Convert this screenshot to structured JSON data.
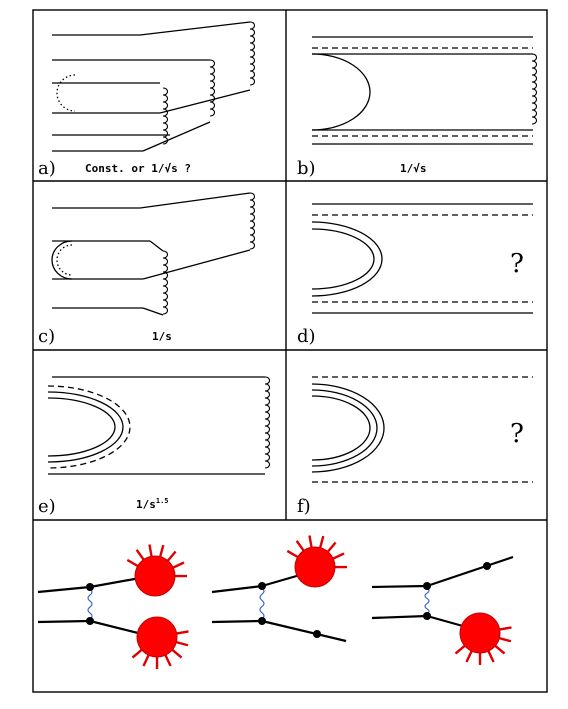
{
  "panels": [
    {
      "id": "a",
      "label": "a)",
      "caption": "Const.  or  1/√s  ?",
      "mark": ""
    },
    {
      "id": "b",
      "label": "b)",
      "caption": "1/√s",
      "mark": ""
    },
    {
      "id": "c",
      "label": "c)",
      "caption": "1/s",
      "mark": ""
    },
    {
      "id": "d",
      "label": "d)",
      "caption": "",
      "mark": "?"
    },
    {
      "id": "e",
      "label": "e)",
      "caption": "1/s",
      "caption_exp": "1.5",
      "mark": ""
    },
    {
      "id": "f",
      "label": "f)",
      "caption": "",
      "mark": "?"
    }
  ],
  "bottom_panel": {
    "diagrams": [
      {
        "id": "two-blobs",
        "blobs": 2
      },
      {
        "id": "one-blob-upper",
        "blobs": 1
      },
      {
        "id": "one-blob-lower",
        "blobs": 1
      }
    ]
  },
  "colors": {
    "blob": "#ff0000",
    "ray": "#e00000",
    "exchange": "#3a5fd0",
    "line": "#000000"
  }
}
